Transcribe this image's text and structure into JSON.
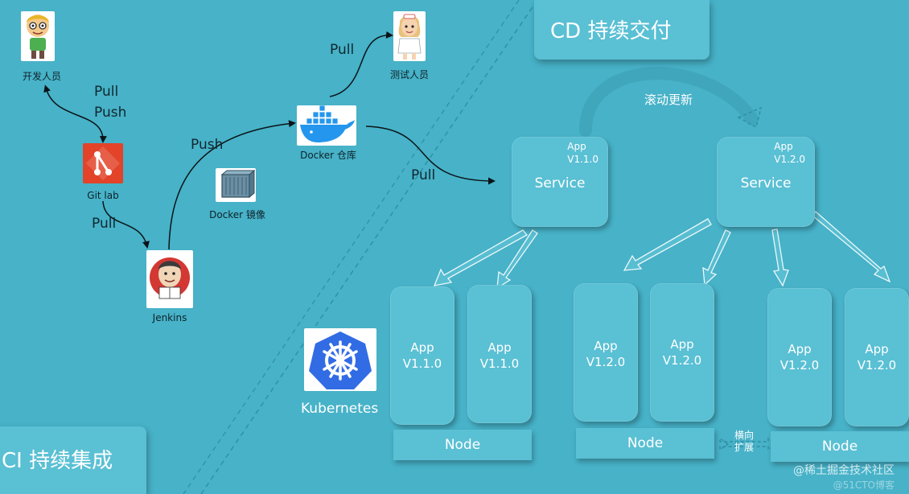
{
  "ci_title": "CI 持续集成",
  "cd_title": "CD 持续交付",
  "actors": {
    "developer": "开发人员",
    "tester": "测试人员",
    "gitlab": "Git lab",
    "jenkins": "Jenkins",
    "docker_image": "Docker 镜像",
    "docker_registry": "Docker 仓库",
    "kubernetes": "Kubernetes"
  },
  "edges": {
    "dev_git_pull": "Pull",
    "dev_git_push": "Push",
    "git_jenkins_pull": "Pull",
    "jenkins_registry_push": "Push",
    "registry_tester_pull": "Pull",
    "registry_service_pull": "Pull",
    "rolling_update": "滚动更新",
    "scale_out": "横向\n扩展"
  },
  "services": [
    {
      "label": "Service",
      "app": "App",
      "version": "V1.1.0"
    },
    {
      "label": "Service",
      "app": "App",
      "version": "V1.2.0"
    }
  ],
  "pods": [
    {
      "app": "App",
      "version": "V1.1.0"
    },
    {
      "app": "App",
      "version": "V1.1.0"
    },
    {
      "app": "App",
      "version": "V1.2.0"
    },
    {
      "app": "App",
      "version": "V1.2.0"
    },
    {
      "app": "App",
      "version": "V1.2.0"
    },
    {
      "app": "App",
      "version": "V1.2.0"
    }
  ],
  "nodes": [
    {
      "label": "Node"
    },
    {
      "label": "Node"
    },
    {
      "label": "Node"
    }
  ],
  "watermark": {
    "line1": "@稀土掘金技术社区",
    "line2": "@51CTO博客"
  },
  "colors": {
    "background": "#47b2c8",
    "card": "#5ac0d4",
    "gitlab": "#e24329",
    "kubernetes": "#326ce5",
    "docker": "#2496ed"
  }
}
